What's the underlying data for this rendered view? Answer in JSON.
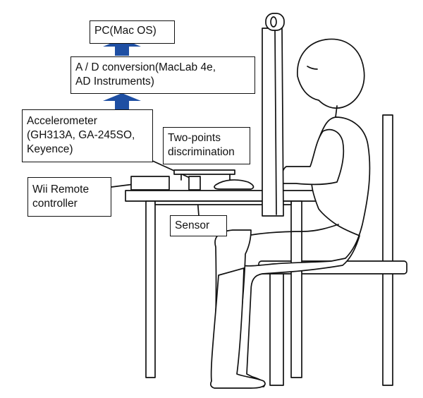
{
  "labels": {
    "pc": "PC(Mac  OS)",
    "ad_conversion": "A / D conversion(MacLab 4e,\nAD Instruments)",
    "accelerometer": "Accelerometer\n(GH313A, GA-245SO,\nKeyence)",
    "two_points": "Two-points\ndiscrimination",
    "wii_remote": "Wii Remote\ncontroller",
    "sensor": "Sensor"
  },
  "colors": {
    "arrow": "#1f4fa3",
    "line": "#111111"
  }
}
